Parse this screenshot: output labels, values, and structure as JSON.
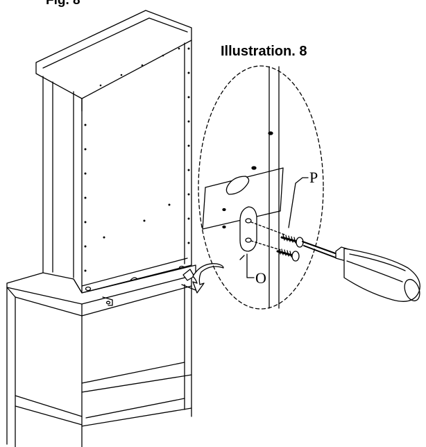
{
  "figure": {
    "fig_label": "Fig. 8",
    "illustration_label": "Illustration. 8",
    "callouts": {
      "p": "P",
      "o": "O"
    }
  },
  "colors": {
    "line": "#000000",
    "background": "#ffffff"
  },
  "icons": [
    "screw-icon",
    "screwdriver-icon",
    "bracket-icon",
    "rotation-arrow-icon"
  ]
}
